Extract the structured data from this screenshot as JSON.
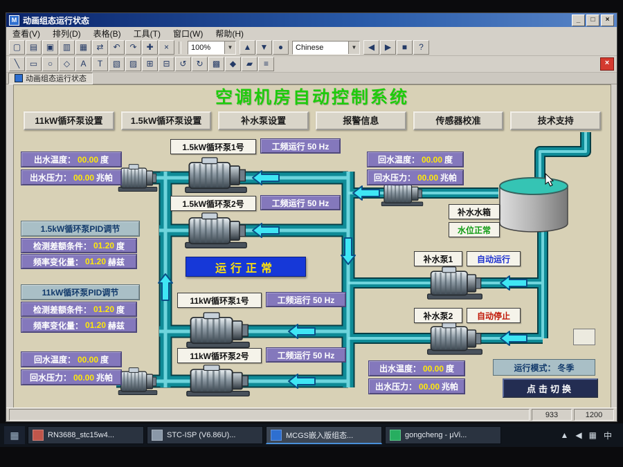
{
  "window": {
    "title": "动画组态运行状态",
    "icon_glyph": "M",
    "buttons": {
      "minimize": "_",
      "maximize": "□",
      "close": "×"
    }
  },
  "menu": {
    "items": [
      "查看(V)",
      "排列(D)",
      "表格(B)",
      "工具(T)",
      "窗口(W)",
      "帮助(H)"
    ]
  },
  "toolbar": {
    "row1a": [
      "▢",
      "▤",
      "▣",
      "▥",
      "▦",
      "⇄",
      "↶",
      "↷",
      "✚",
      "×"
    ],
    "zoom": "100%",
    "row1b": [
      "▲",
      "▼",
      "●"
    ],
    "language": "Chinese",
    "row1c": [
      "◀",
      "▶",
      "■",
      "?"
    ],
    "row2": [
      "╲",
      "▭",
      "○",
      "◇",
      "A",
      "T",
      "▧",
      "▨",
      "⊞",
      "⊟",
      "↺",
      "↻",
      "▩",
      "◆",
      "▰",
      "≡"
    ],
    "close_glyph": "×"
  },
  "mdi": {
    "title": "动画组态运行状态"
  },
  "hmi": {
    "title": "空调机房自动控制系统",
    "nav": [
      "11kW循环泵设置",
      "1.5kW循环泵设置",
      "补水泵设置",
      "报警信息",
      "传感器校准",
      "技术支持"
    ],
    "left": {
      "out_temp": {
        "label": "出水温度：",
        "value": "00.00",
        "unit": "度"
      },
      "out_press": {
        "label": "出水压力：",
        "value": "00.00",
        "unit": "兆帕"
      },
      "pid15": {
        "header": "1.5kW循环泵PID调节",
        "diff": {
          "label": "检测差额条件：",
          "value": "01.20",
          "unit": "度"
        },
        "freq": {
          "label": "频率变化量：",
          "value": "01.20",
          "unit": "赫兹"
        }
      },
      "pid11": {
        "header": "11kW循环泵PID调节",
        "diff": {
          "label": "检测差额条件：",
          "value": "01.20",
          "unit": "度"
        },
        "freq": {
          "label": "频率变化量：",
          "value": "01.20",
          "unit": "赫兹"
        }
      },
      "ret_temp": {
        "label": "回水温度：",
        "value": "00.00",
        "unit": "度"
      },
      "ret_press": {
        "label": "回水压力：",
        "value": "00.00",
        "unit": "兆帕"
      }
    },
    "pumps": {
      "p1": {
        "name": "1.5kW循环泵1号",
        "freq": "工频运行 50 Hz"
      },
      "p2": {
        "name": "1.5kW循环泵2号",
        "freq": "工频运行 50 Hz"
      },
      "p3": {
        "name": "11kW循环泵1号",
        "freq": "工频运行 50 Hz"
      },
      "p4": {
        "name": "11kW循环泵2号",
        "freq": "工频运行 50 Hz"
      },
      "status_banner": "运行正常"
    },
    "right": {
      "ret_temp": {
        "label": "回水温度：",
        "value": "00.00",
        "unit": "度"
      },
      "ret_press": {
        "label": "回水压力：",
        "value": "00.00",
        "unit": "兆帕"
      },
      "tank_label": "补水水箱",
      "tank_status": "水位正常",
      "mp1": {
        "name": "补水泵1",
        "status": "自动运行"
      },
      "mp2": {
        "name": "补水泵2",
        "status": "自动停止"
      },
      "out_temp": {
        "label": "出水温度：",
        "value": "00.00",
        "unit": "度"
      },
      "out_press": {
        "label": "出水压力：",
        "value": "00.00",
        "unit": "兆帕"
      },
      "mode": {
        "label": "运行模式：",
        "value": "冬季"
      },
      "switch_btn": "点击切换"
    },
    "colors": {
      "title_green": "#1ecb0c",
      "display_purple": "#8478bc",
      "value_yellow": "#ffe90a",
      "banner_blue": "#1638d8",
      "banner_text": "#ffe20a",
      "water_level_green": "#0f9b12",
      "run_blue": "#1b2fd0",
      "stop_red": "#c01808",
      "pipe_teal": "#0f8b97",
      "arrow_cyan": "#3fe6f4"
    }
  },
  "statusbar": {
    "x": "933",
    "y": "1200"
  },
  "taskbar": {
    "items": [
      {
        "label": "RN3688_stc15w4...",
        "icon_color": "#c0564b"
      },
      {
        "label": "STC-ISP (V6.86U)...",
        "icon_color": "#8a98a8"
      },
      {
        "label": "MCGS嵌入版组态...",
        "icon_color": "#2e6fd0"
      },
      {
        "label": "gongcheng - μVi...",
        "icon_color": "#27ae60"
      }
    ],
    "tray": [
      "▲",
      "◀",
      "▦",
      "中"
    ]
  }
}
